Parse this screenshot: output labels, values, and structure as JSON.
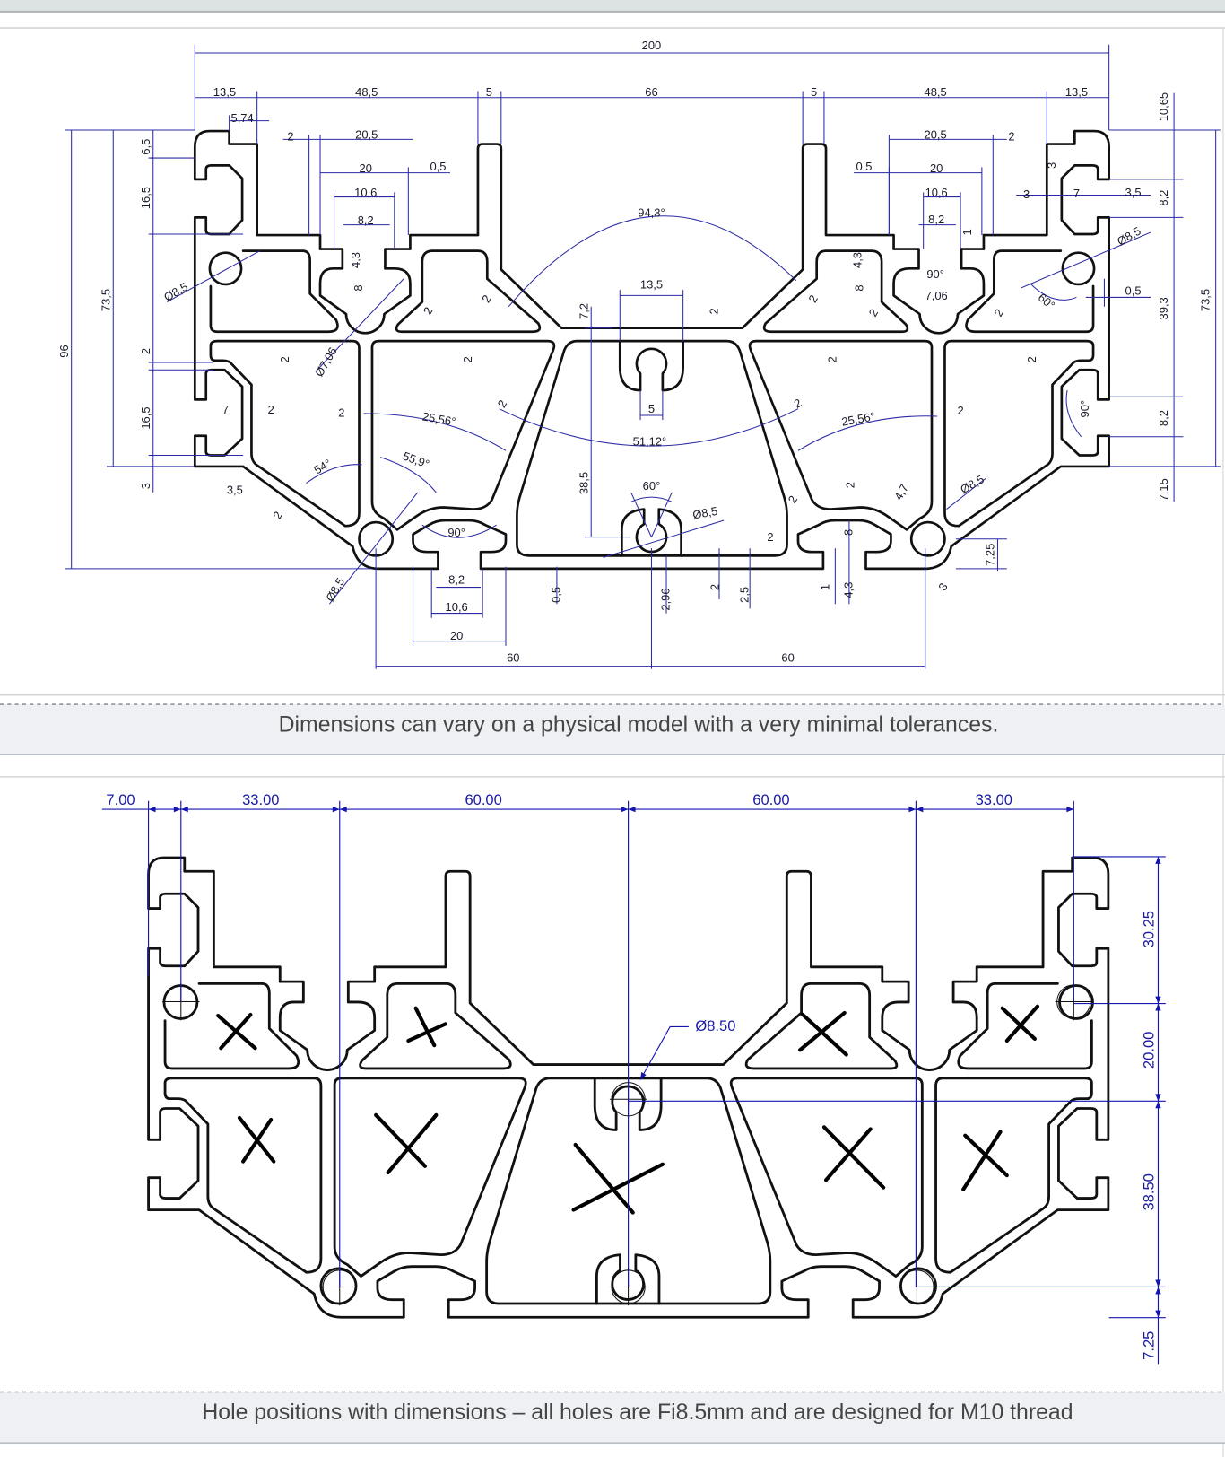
{
  "drawing_top": {
    "labels": [
      "200",
      "13,5",
      "48,5",
      "5",
      "66",
      "5",
      "48,5",
      "13,5",
      "5,74",
      "2",
      "20,5",
      "20",
      "0,5",
      "10,6",
      "8,2",
      "4,3",
      "8",
      "Ø8,5",
      "Ø7,06",
      "2",
      "2",
      "94,3°",
      "13,5",
      "7,2",
      "2",
      "2",
      "2",
      "5",
      "51,12°",
      "25,56°",
      "25,56°",
      "2",
      "2",
      "7",
      "2",
      "2",
      "55,9°",
      "54°",
      "38,5",
      "60°",
      "Ø8,5",
      "3,5",
      "2",
      "90°",
      "8,2",
      "10,6",
      "20",
      "60",
      "60",
      "Ø8,5",
      "0,5",
      "2,96",
      "2",
      "2,5",
      "2",
      "1",
      "4,3",
      "8",
      "2",
      "2",
      "4,7",
      "Ø8,5",
      "3",
      "7,25",
      "2",
      "2",
      "2",
      "90°",
      "60°",
      "Ø8,5",
      "0,5",
      "3,5",
      "7",
      "3",
      "3",
      "2",
      "20,5",
      "0,5",
      "20",
      "10,6",
      "8,2",
      "1",
      "4,3",
      "8",
      "90°",
      "7,06",
      "2",
      "2",
      "2",
      "10,65",
      "8,2",
      "39,3",
      "8,2",
      "7,15",
      "73,5",
      "96",
      "73,5",
      "6,5",
      "16,5",
      "2",
      "16,5",
      "3"
    ]
  },
  "caption_1": "Dimensions can vary on a physical model with a very minimal tolerances.",
  "drawing_bottom": {
    "labels": [
      "7.00",
      "33.00",
      "60.00",
      "60.00",
      "33.00",
      "30.25",
      "20.00",
      "38.50",
      "7.25"
    ],
    "hole_label": "Ø8.50"
  },
  "caption_2": "Hole positions with dimensions – all  holes are Fi8.5mm and are designed for M10 thread",
  "colors": {
    "dimension_line": "#2a2aa6",
    "profile": "#111111",
    "caption_band": "#eef0f3"
  }
}
